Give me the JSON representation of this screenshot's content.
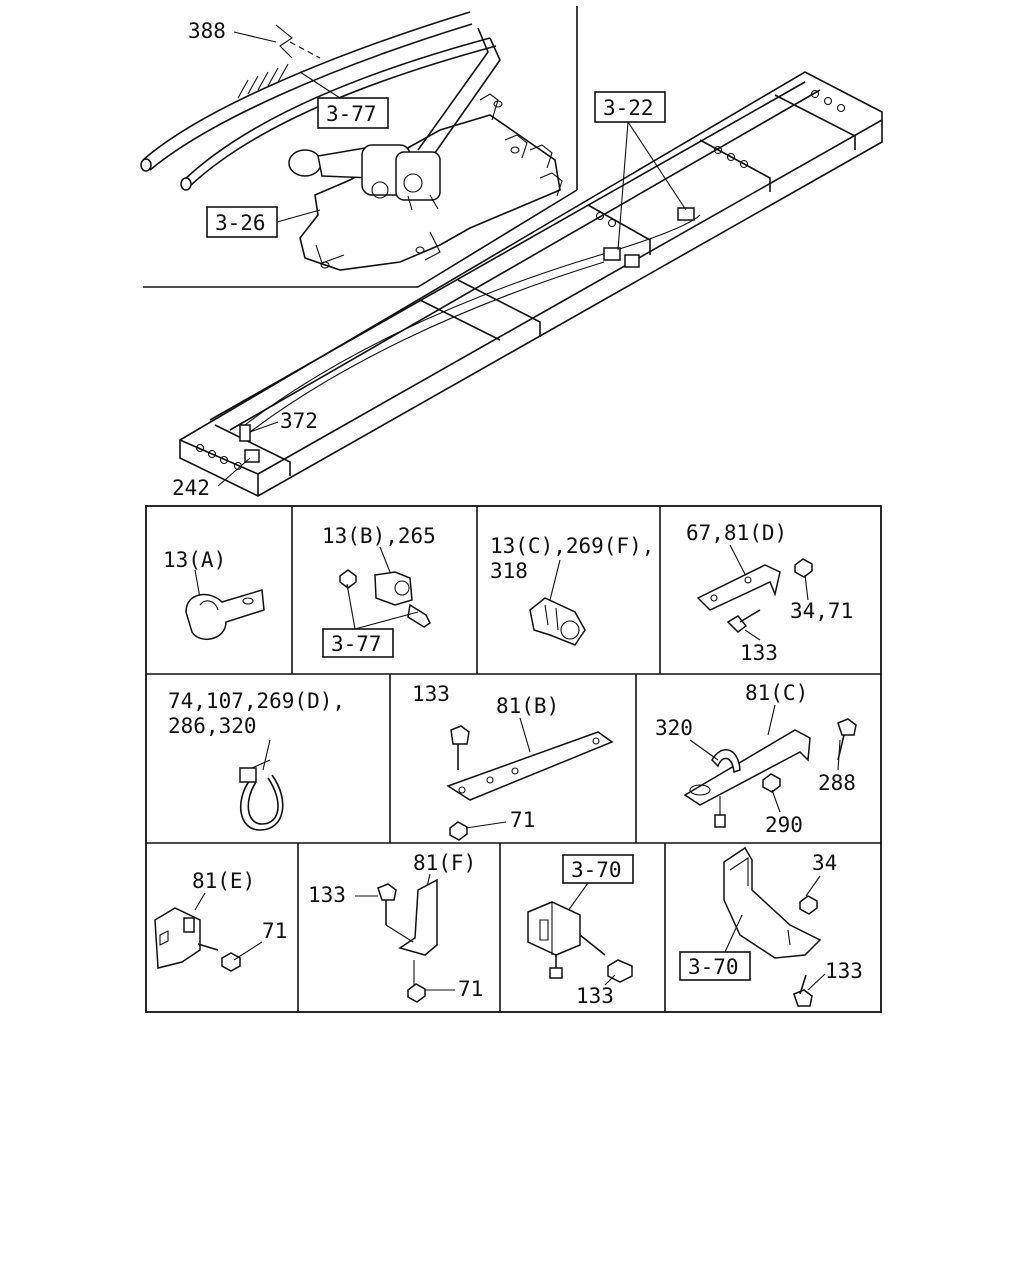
{
  "overview": {
    "callouts": {
      "c388": "388",
      "c372": "372",
      "c242": "242"
    },
    "refs": {
      "r377": "3-77",
      "r326": "3-26",
      "r322": "3-22"
    }
  },
  "grid": {
    "cells": {
      "a": {
        "label": "13(A)"
      },
      "b": {
        "label": "13(B),265",
        "ref": "3-77"
      },
      "c": {
        "label1": "13(C),269(F),",
        "label2": "318"
      },
      "d": {
        "label": "67,81(D)",
        "nut": "34,71",
        "bolt": "133"
      },
      "e": {
        "label1": "74,107,269(D),",
        "label2": "286,320"
      },
      "f": {
        "bolt": "133",
        "label": "81(B)",
        "nut": "71"
      },
      "g": {
        "label": "81(C)",
        "tie": "320",
        "bolt": "288",
        "nut": "290"
      },
      "h": {
        "label": "81(E)",
        "nut": "71"
      },
      "i": {
        "bolt": "133",
        "label": "81(F)",
        "nut": "71"
      },
      "j": {
        "ref": "3-70",
        "bolt": "133"
      },
      "k": {
        "nut": "34",
        "ref": "3-70",
        "bolt": "133"
      }
    }
  }
}
